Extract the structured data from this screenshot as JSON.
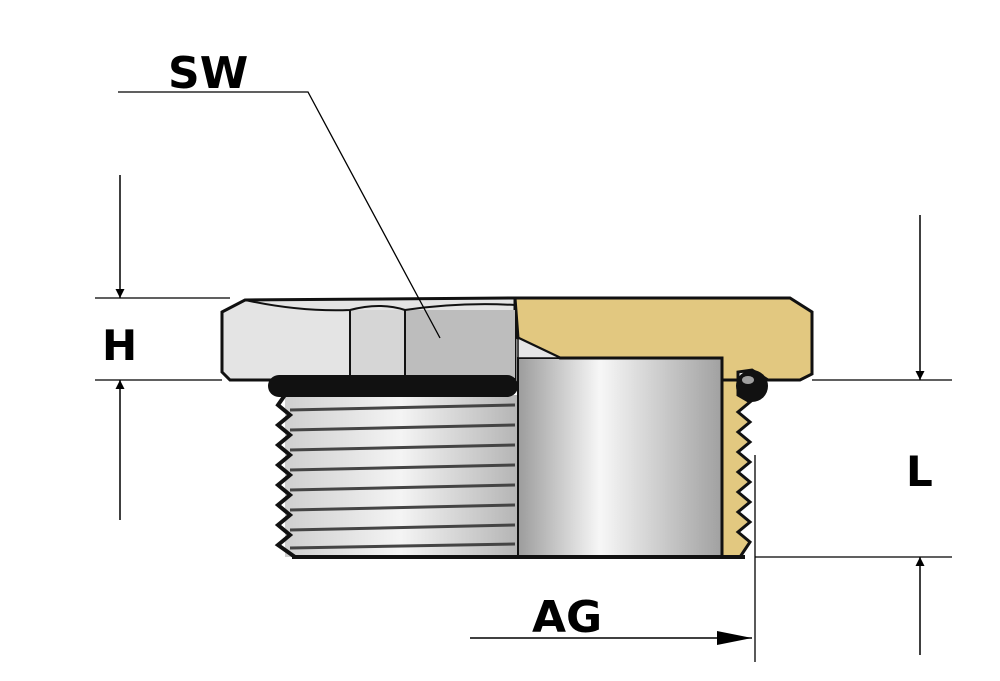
{
  "labels": {
    "sw": "SW",
    "h": "H",
    "l": "L",
    "ag": "AG"
  },
  "colors": {
    "brass": "#e2c880",
    "silver_light": "#e6e6e6",
    "silver_dark": "#a9a9a9",
    "outline": "#111111"
  }
}
